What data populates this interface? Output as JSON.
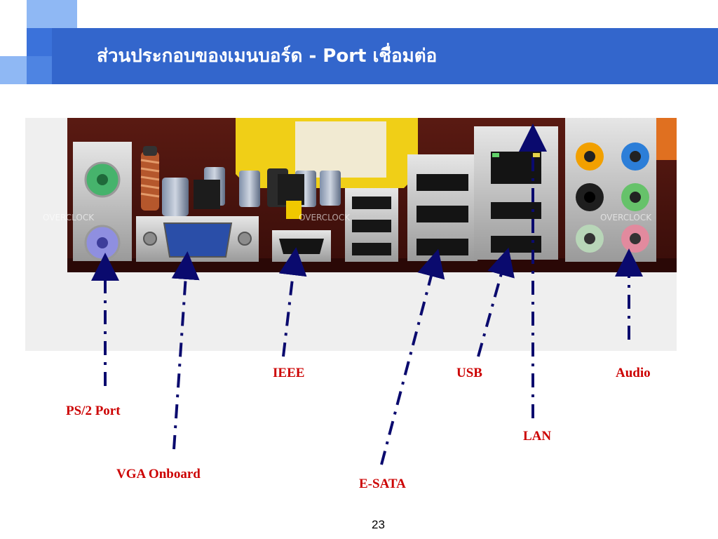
{
  "slide": {
    "title": "ส่วนประกอบของเมนบอร์ด - Port เชื่อมต่อ",
    "page_number": "23"
  },
  "labels": {
    "ps2": "PS/2 Port",
    "vga": "VGA Onboard",
    "ieee": "IEEE",
    "esata": "E-SATA",
    "usb": "USB",
    "lan": "LAN",
    "audio": "Audio"
  },
  "photo": {
    "watermark_left": "OVERCLOCK",
    "watermark_mid": "OVERCLOCK",
    "watermark_right": "OVERCLOCK"
  },
  "colors": {
    "title_bar": "#3366cc",
    "label_red": "#cc0000",
    "pointer_navy": "#0a0a6e",
    "accent_light": "#8fb8f4"
  }
}
